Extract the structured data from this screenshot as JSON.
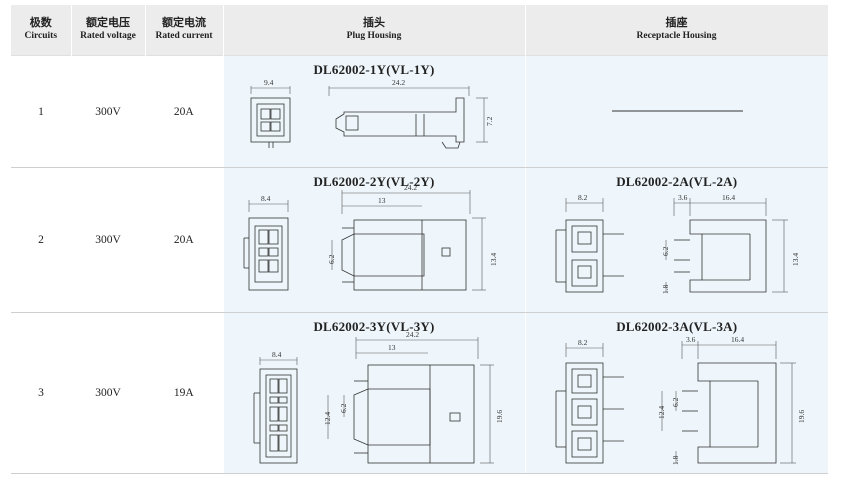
{
  "headers": {
    "circuits_cn": "极数",
    "circuits_en": "Circuits",
    "voltage_cn": "额定电压",
    "voltage_en": "Rated voltage",
    "current_cn": "额定电流",
    "current_en": "Rated current",
    "plug_cn": "插头",
    "plug_en": "Plug Housing",
    "receptacle_cn": "插座",
    "receptacle_en": "Receptacle Housing"
  },
  "rows": [
    {
      "circuits": "1",
      "voltage": "300V",
      "current": "20A",
      "plug_model": "DL62002-1Y(VL-1Y)",
      "plug_dims": [
        "9.4",
        "24.2",
        "7.2"
      ],
      "receptacle_model": "",
      "receptacle_dims": []
    },
    {
      "circuits": "2",
      "voltage": "300V",
      "current": "20A",
      "plug_model": "DL62002-2Y(VL-2Y)",
      "plug_dims": [
        "8.4",
        "24.2",
        "13",
        "6.2",
        "13.4"
      ],
      "receptacle_model": "DL62002-2A(VL-2A)",
      "receptacle_dims": [
        "8.2",
        "3.6",
        "16.4",
        "6.2",
        "1.8",
        "13.4"
      ]
    },
    {
      "circuits": "3",
      "voltage": "300V",
      "current": "19A",
      "plug_model": "DL62002-3Y(VL-3Y)",
      "plug_dims": [
        "8.4",
        "24.2",
        "13",
        "6.2",
        "12.4",
        "19.6"
      ],
      "receptacle_model": "DL62002-3A(VL-3A)",
      "receptacle_dims": [
        "8.2",
        "3.6",
        "16.4",
        "6.2",
        "12.4",
        "1.8",
        "19.6"
      ]
    }
  ]
}
